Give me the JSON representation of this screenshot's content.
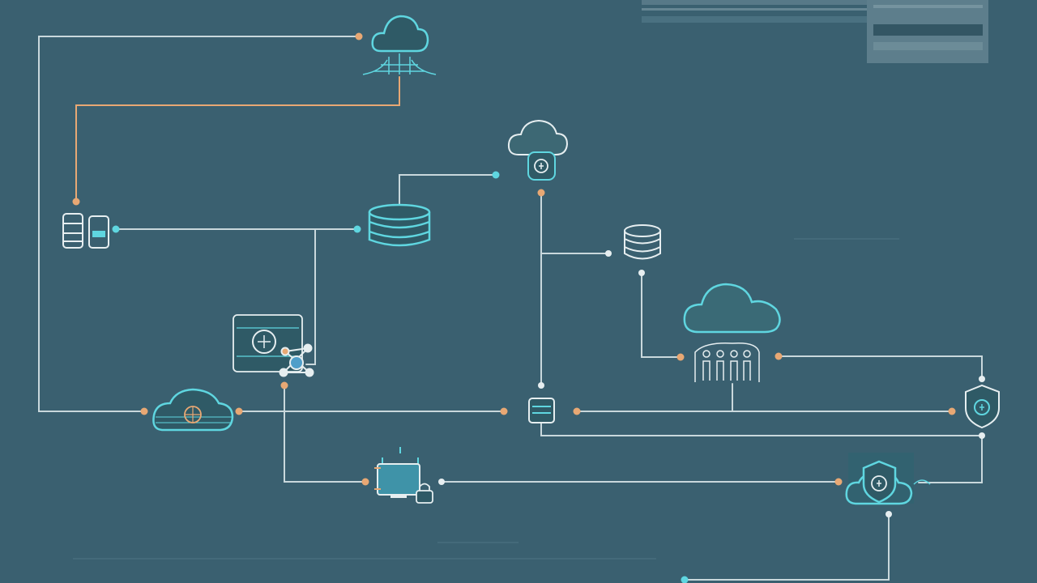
{
  "colors": {
    "background": "#3a6070",
    "line_light": "#c9d8dc",
    "line_orange": "#e8a874",
    "accent_cyan": "#5fd6e0",
    "icon_white": "#e6eef0",
    "panel_dark": "#2f5260"
  },
  "nodes": [
    {
      "id": "cloud-top",
      "icon": "cloud-icon"
    },
    {
      "id": "cloud-mid",
      "icon": "cloud-icon"
    },
    {
      "id": "lock-badge-mid",
      "icon": "lock-icon"
    },
    {
      "id": "server-left",
      "icon": "server-icon"
    },
    {
      "id": "database-center",
      "icon": "database-icon"
    },
    {
      "id": "database-right",
      "icon": "database-icon"
    },
    {
      "id": "cloud-right",
      "icon": "cloud-icon"
    },
    {
      "id": "people-group",
      "icon": "users-icon"
    },
    {
      "id": "monitor-left",
      "icon": "monitor-icon"
    },
    {
      "id": "network-hub",
      "icon": "network-icon"
    },
    {
      "id": "cloud-bottom-left",
      "icon": "cloud-icon"
    },
    {
      "id": "device-center",
      "icon": "device-icon"
    },
    {
      "id": "shield-right",
      "icon": "shield-icon"
    },
    {
      "id": "monitor-bottom",
      "icon": "monitor-icon"
    },
    {
      "id": "shield-cloud",
      "icon": "shield-icon"
    }
  ]
}
